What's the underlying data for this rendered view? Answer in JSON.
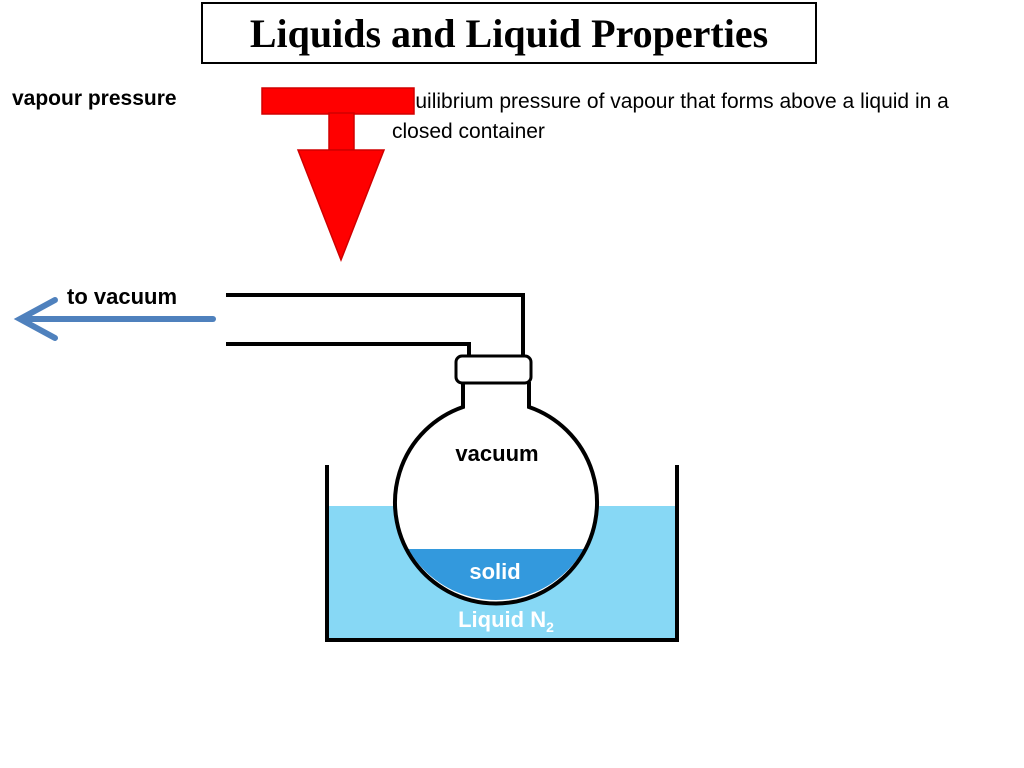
{
  "title": "Liquids and Liquid Properties",
  "term": "vapour pressure",
  "definition": "equilibrium pressure of vapour that forms above a liquid in a closed container",
  "labels": {
    "to_vacuum": "to vacuum",
    "vacuum": "vacuum",
    "solid": "solid",
    "liquid_n2_main": "Liquid N",
    "liquid_n2_sub": "2"
  },
  "colors": {
    "valve_red": "#ff0000",
    "arrow_blue": "#4f81bd",
    "liquid_light_blue": "#87d8f5",
    "solid_blue": "#3399dd",
    "outline": "#000000",
    "label_white": "#ffffff"
  },
  "icons": {
    "stopcock": "red-t-valve-icon",
    "vacuum_arrow": "left-arrow-icon"
  }
}
